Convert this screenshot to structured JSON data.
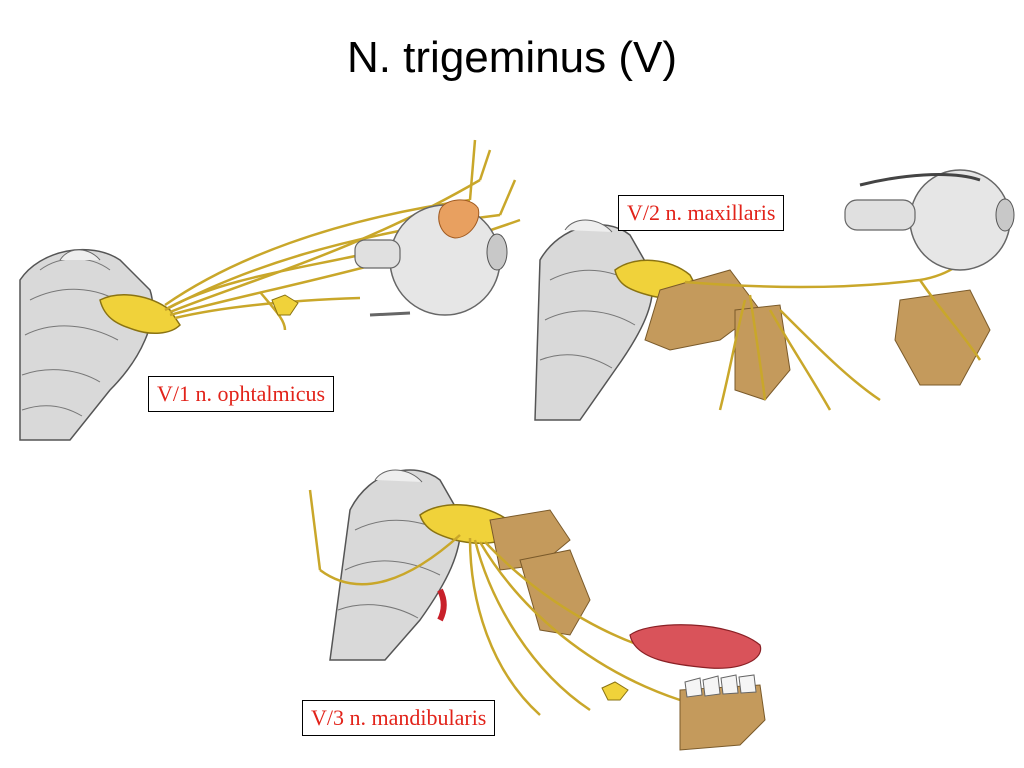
{
  "slide": {
    "title": "N. trigeminus (V)"
  },
  "labels": {
    "v1": "V/1 n. ophtalmicus",
    "v2": "V/2 n. maxillaris",
    "v3": "V/3 n. mandibularis"
  },
  "colors": {
    "label_text": "#e2231a",
    "nerve": "#c9a72a",
    "nerve_dark": "#8a7312",
    "ganglion": "#f0d23a",
    "brainstem": "#d9d9d9",
    "bone": "#c49a5c",
    "eyeball": "#e6e6e6",
    "tongue": "#d9535a"
  }
}
